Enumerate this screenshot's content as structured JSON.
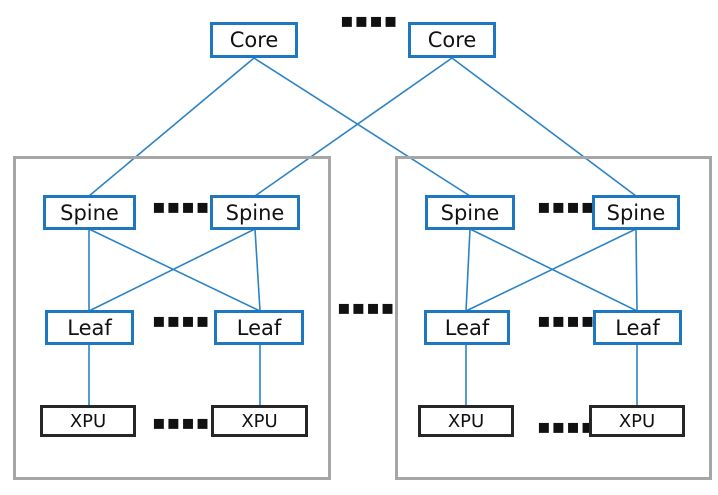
{
  "core_label": "Core",
  "spine_label": "Spine",
  "leaf_label": "Leaf",
  "xpu_label": "XPU",
  "ellipsis": "▪▪▪▪",
  "colors": {
    "link": "#2b83c6",
    "switch_border": "#1f77c0",
    "xpu_border": "#262626",
    "pod_border": "#a6a6a6"
  }
}
